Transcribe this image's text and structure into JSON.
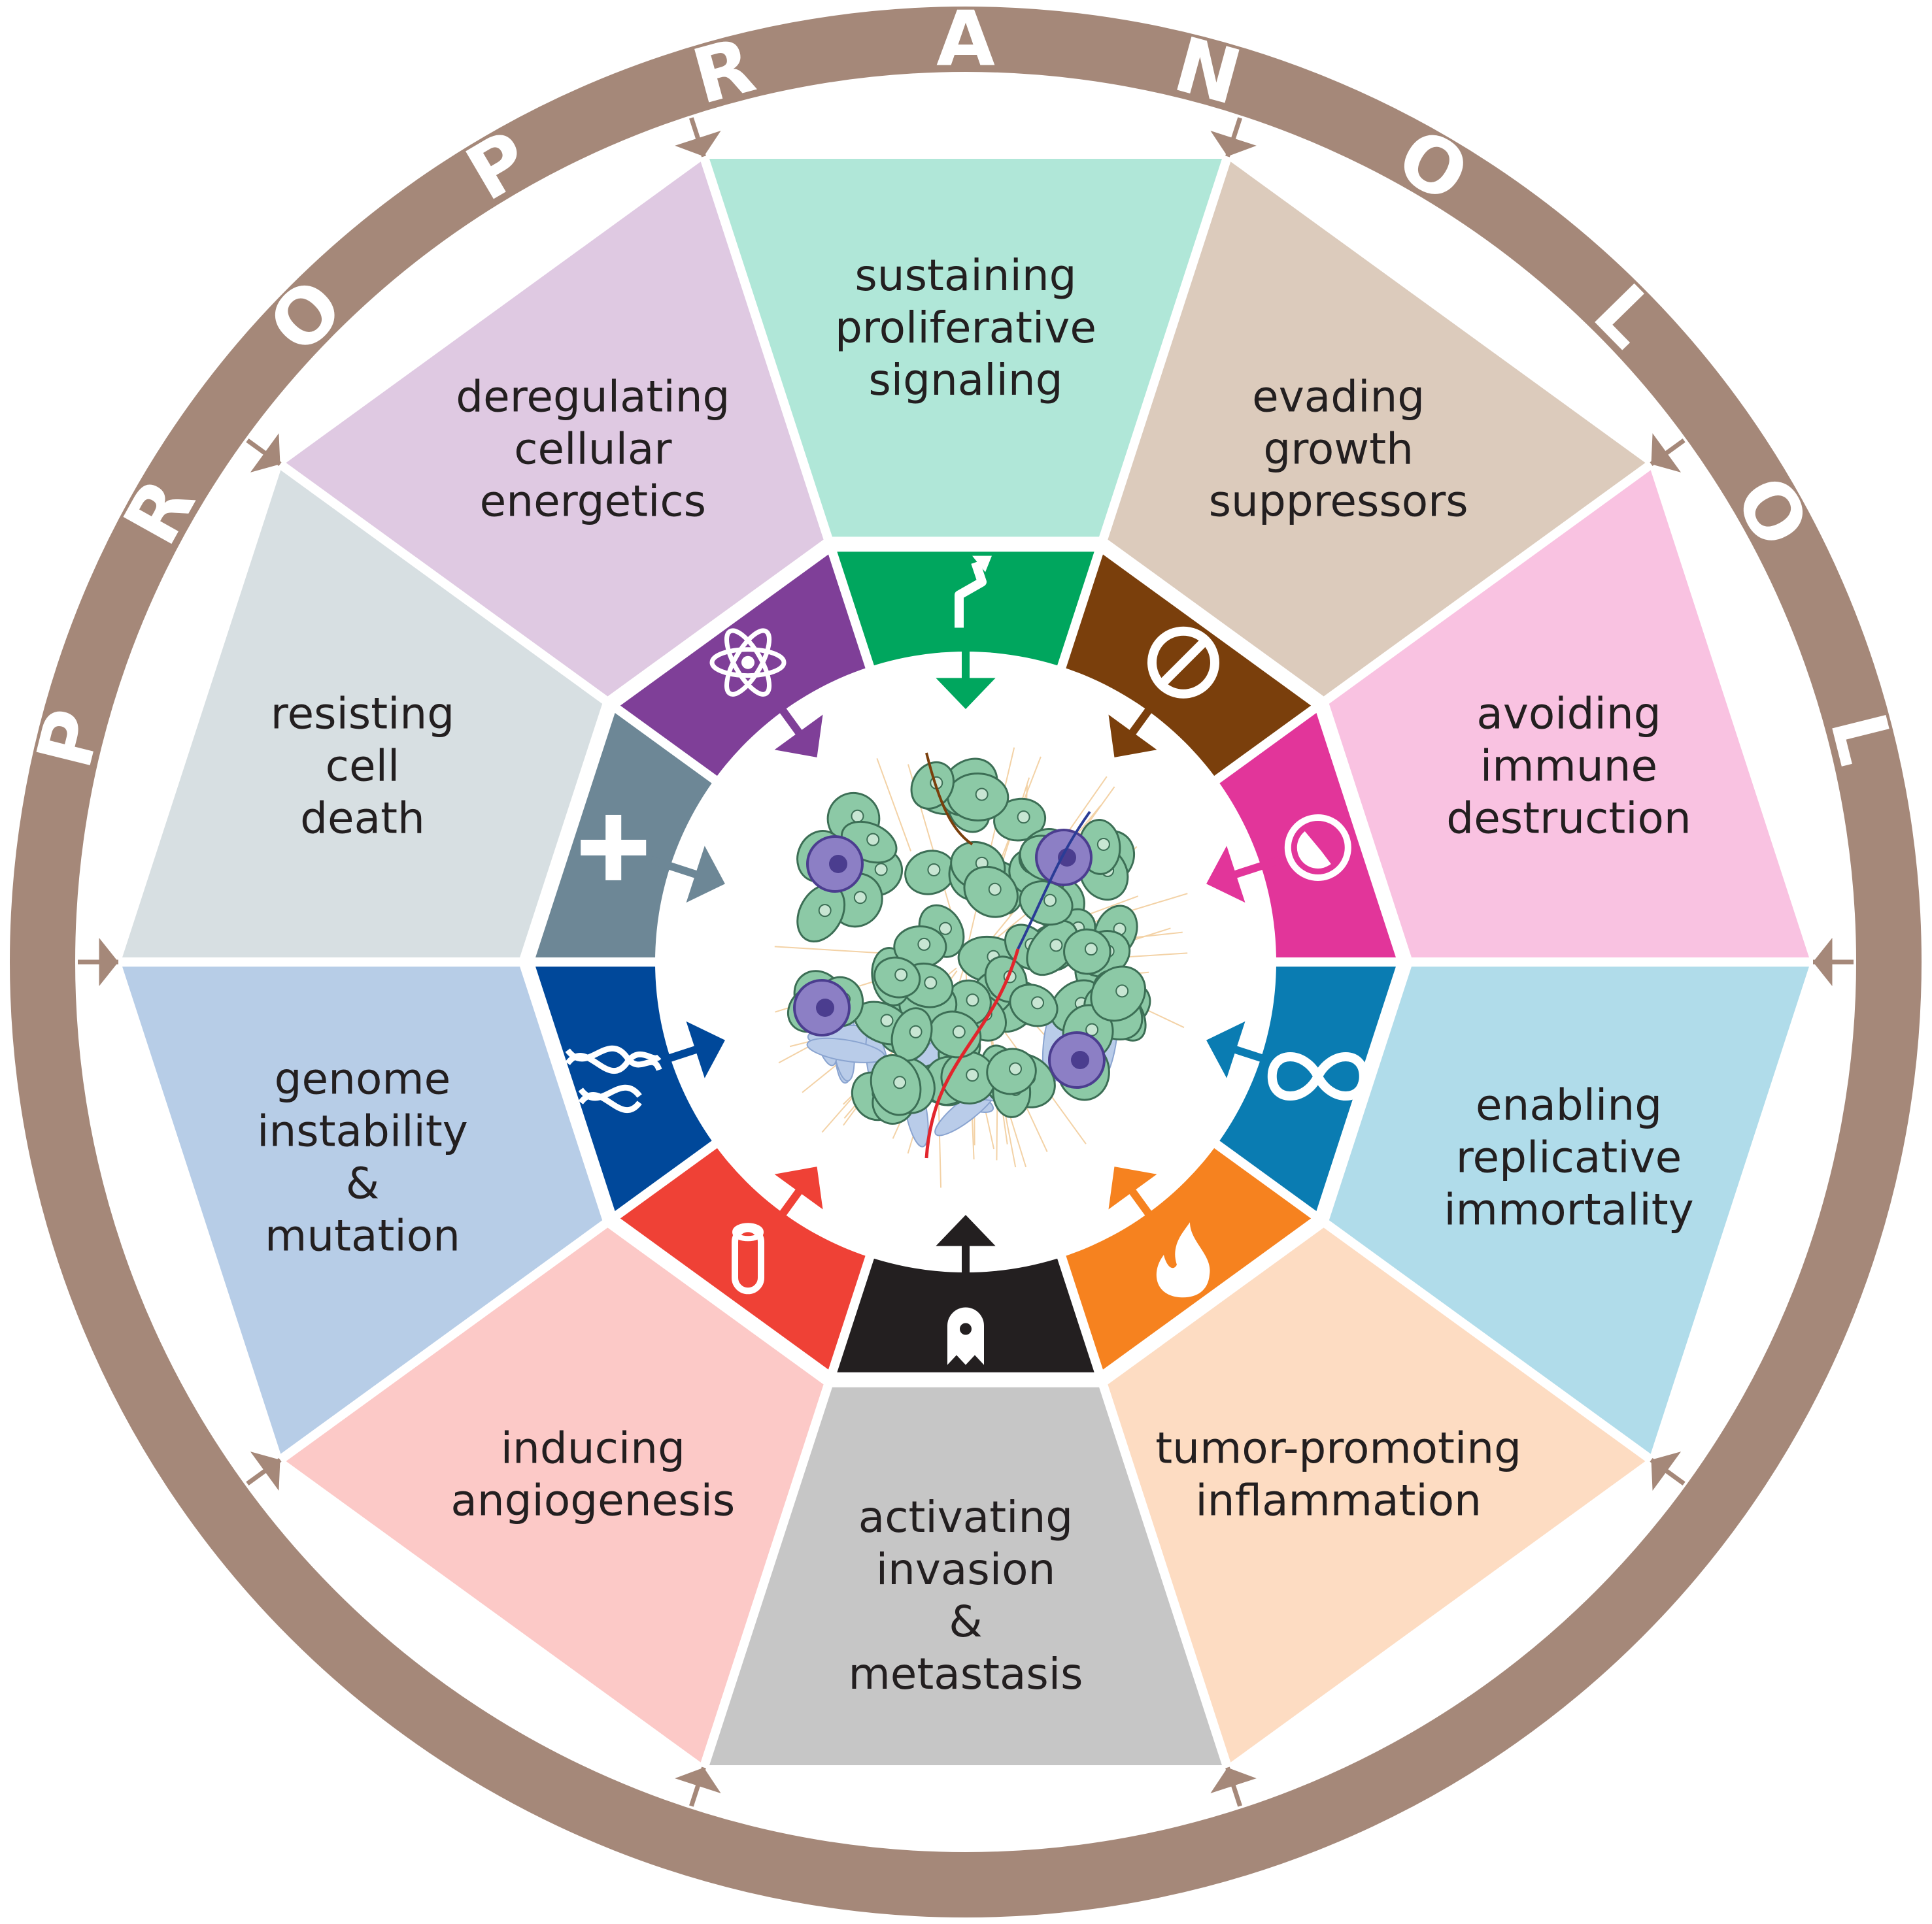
{
  "title_word": "PROPRANOLOL",
  "colors": {
    "ring": "#a58879",
    "ring_arrow": "#a58879",
    "background": "#ffffff",
    "center": "#ffffff"
  },
  "segments": [
    {
      "id": "sustaining",
      "lines": [
        "sustaining",
        "proliferative",
        "signaling"
      ],
      "outer_color": "#b0e7d8",
      "inner_color": "#00a65e",
      "icon": "branching-arrow-icon"
    },
    {
      "id": "evading",
      "lines": [
        "evading",
        "growth",
        "suppressors"
      ],
      "outer_color": "#dccbbc",
      "inner_color": "#7a3f0c",
      "icon": "prohibition-sign-icon"
    },
    {
      "id": "avoiding",
      "lines": [
        "avoiding",
        "immune",
        "destruction"
      ],
      "outer_color": "#f9c2e1",
      "inner_color": "#e2359a",
      "icon": "immune-cell-icon"
    },
    {
      "id": "enabling",
      "lines": [
        "enabling",
        "replicative",
        "immortality"
      ],
      "outer_color": "#b0dcea",
      "inner_color": "#0a7cb2",
      "icon": "infinity-icon"
    },
    {
      "id": "inflammation",
      "lines": [
        "tumor-promoting",
        "inflammation"
      ],
      "outer_color": "#fddcc2",
      "inner_color": "#f6821f",
      "icon": "flame-icon"
    },
    {
      "id": "invasion",
      "lines": [
        "activating",
        "invasion",
        "&",
        "metastasis"
      ],
      "outer_color": "#c6c6c6",
      "inner_color": "#231f20",
      "icon": "ghost-cell-icon"
    },
    {
      "id": "angiogenesis",
      "lines": [
        "inducing",
        "angiogenesis"
      ],
      "outer_color": "#fcc9c7",
      "inner_color": "#ef4136",
      "icon": "vessel-tube-icon"
    },
    {
      "id": "genome",
      "lines": [
        "genome",
        "instability",
        "&",
        "mutation"
      ],
      "outer_color": "#b7cde7",
      "inner_color": "#00489a",
      "icon": "dna-icon"
    },
    {
      "id": "resisting",
      "lines": [
        "resisting",
        "cell",
        "death"
      ],
      "outer_color": "#d7dfe2",
      "inner_color": "#6d8796",
      "icon": "plus-cross-icon"
    },
    {
      "id": "energetics",
      "lines": [
        "deregulating",
        "cellular",
        "energetics"
      ],
      "outer_color": "#dfc9e2",
      "inner_color": "#7f3f98",
      "icon": "atom-icon"
    }
  ],
  "center_image": "tumor-cell-cluster"
}
